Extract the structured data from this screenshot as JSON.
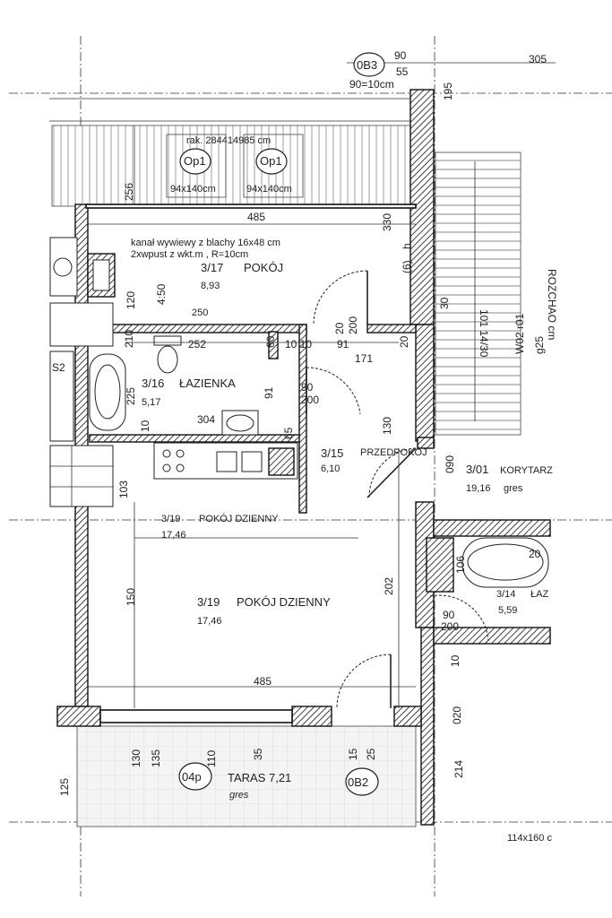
{
  "labels": {
    "window_code_top": "0B3",
    "dim_90_top": "90",
    "dim_55": "55",
    "dim_90_10": "90=10cm",
    "dim_305": "305",
    "dim_195": "195",
    "rak": "rak. 284414985 cm",
    "op1_a": "Op1",
    "op1_b": "Op1",
    "win_94_a": "94x140cm",
    "win_94_b": "94x140cm",
    "dim_256": "256",
    "dim_485_top": "485",
    "dim_330": "330",
    "kanal": "kanał wywiewy z blachy 16x48 cm",
    "wpust": "2xwpust z wkt.m , R=10cm",
    "room_317": "3/17",
    "room_317_name": "POKÓJ",
    "room_317_area": "8,93",
    "dim_120": "120",
    "dim_250": "250",
    "dim_450": "4:50",
    "dim_6": "(6)",
    "dim_h": "h",
    "dim_101": "101 14/30",
    "dim_30": "30",
    "rozchao": "ROZCHAO cm",
    "wo2": "W02 r01",
    "g25": "g25",
    "dim_20": "20",
    "dim_200": "200",
    "dim_210": "210",
    "dim_252": "252",
    "dim_60": "60",
    "dim_10_10": "10 10",
    "dim_91": "91",
    "dim_20b": "20",
    "dim_171": "171",
    "room_316": "3/16",
    "room_316_name": "ŁAZIENKA",
    "room_316_area": "5,17",
    "dim_225": "225",
    "dim_91b": "91",
    "dim_90": "90",
    "dim_200b": "200",
    "dim_304": "304",
    "dim_10": "10",
    "dim_65": "65",
    "dim_130": "130",
    "room_315": "3/15",
    "room_315_name": "PRZEDPOKÓJ",
    "room_315_area": "6,10",
    "dim_090": "090",
    "room_301": "3/01",
    "room_301_name": "KORYTARZ",
    "room_301_area": "19,16",
    "room_301_floor": "gres",
    "dim_103": "103",
    "dim_s2": "S2",
    "room_319_small": "3/19",
    "room_319_small_name": "POKÓJ DZIENNY",
    "room_319_small_area": "17,46",
    "dim_150": "150",
    "dim_202": "202",
    "room_319": "3/19",
    "room_319_name": "POKÓJ DZIENNY",
    "room_319_area": "17,46",
    "dim_106": "106",
    "dim_20c": "20",
    "room_314": "3/14",
    "room_314_name": "ŁAZ",
    "room_314_area": "5,59",
    "dim_90c": "90",
    "dim_200c": "200",
    "dim_485_bottom": "485",
    "dim_10b": "10",
    "dim_020": "020",
    "dim_130b": "130",
    "dim_135": "135",
    "dim_110": "110",
    "dim_35": "35",
    "dim_15": "15",
    "dim_25": "25",
    "dim_125": "125",
    "dim_214": "214",
    "op_04p": "04p",
    "taras": "TARAS 7,21",
    "taras_floor": "gres",
    "window_code_bottom": "0B2",
    "win_114": "114x160 c"
  }
}
